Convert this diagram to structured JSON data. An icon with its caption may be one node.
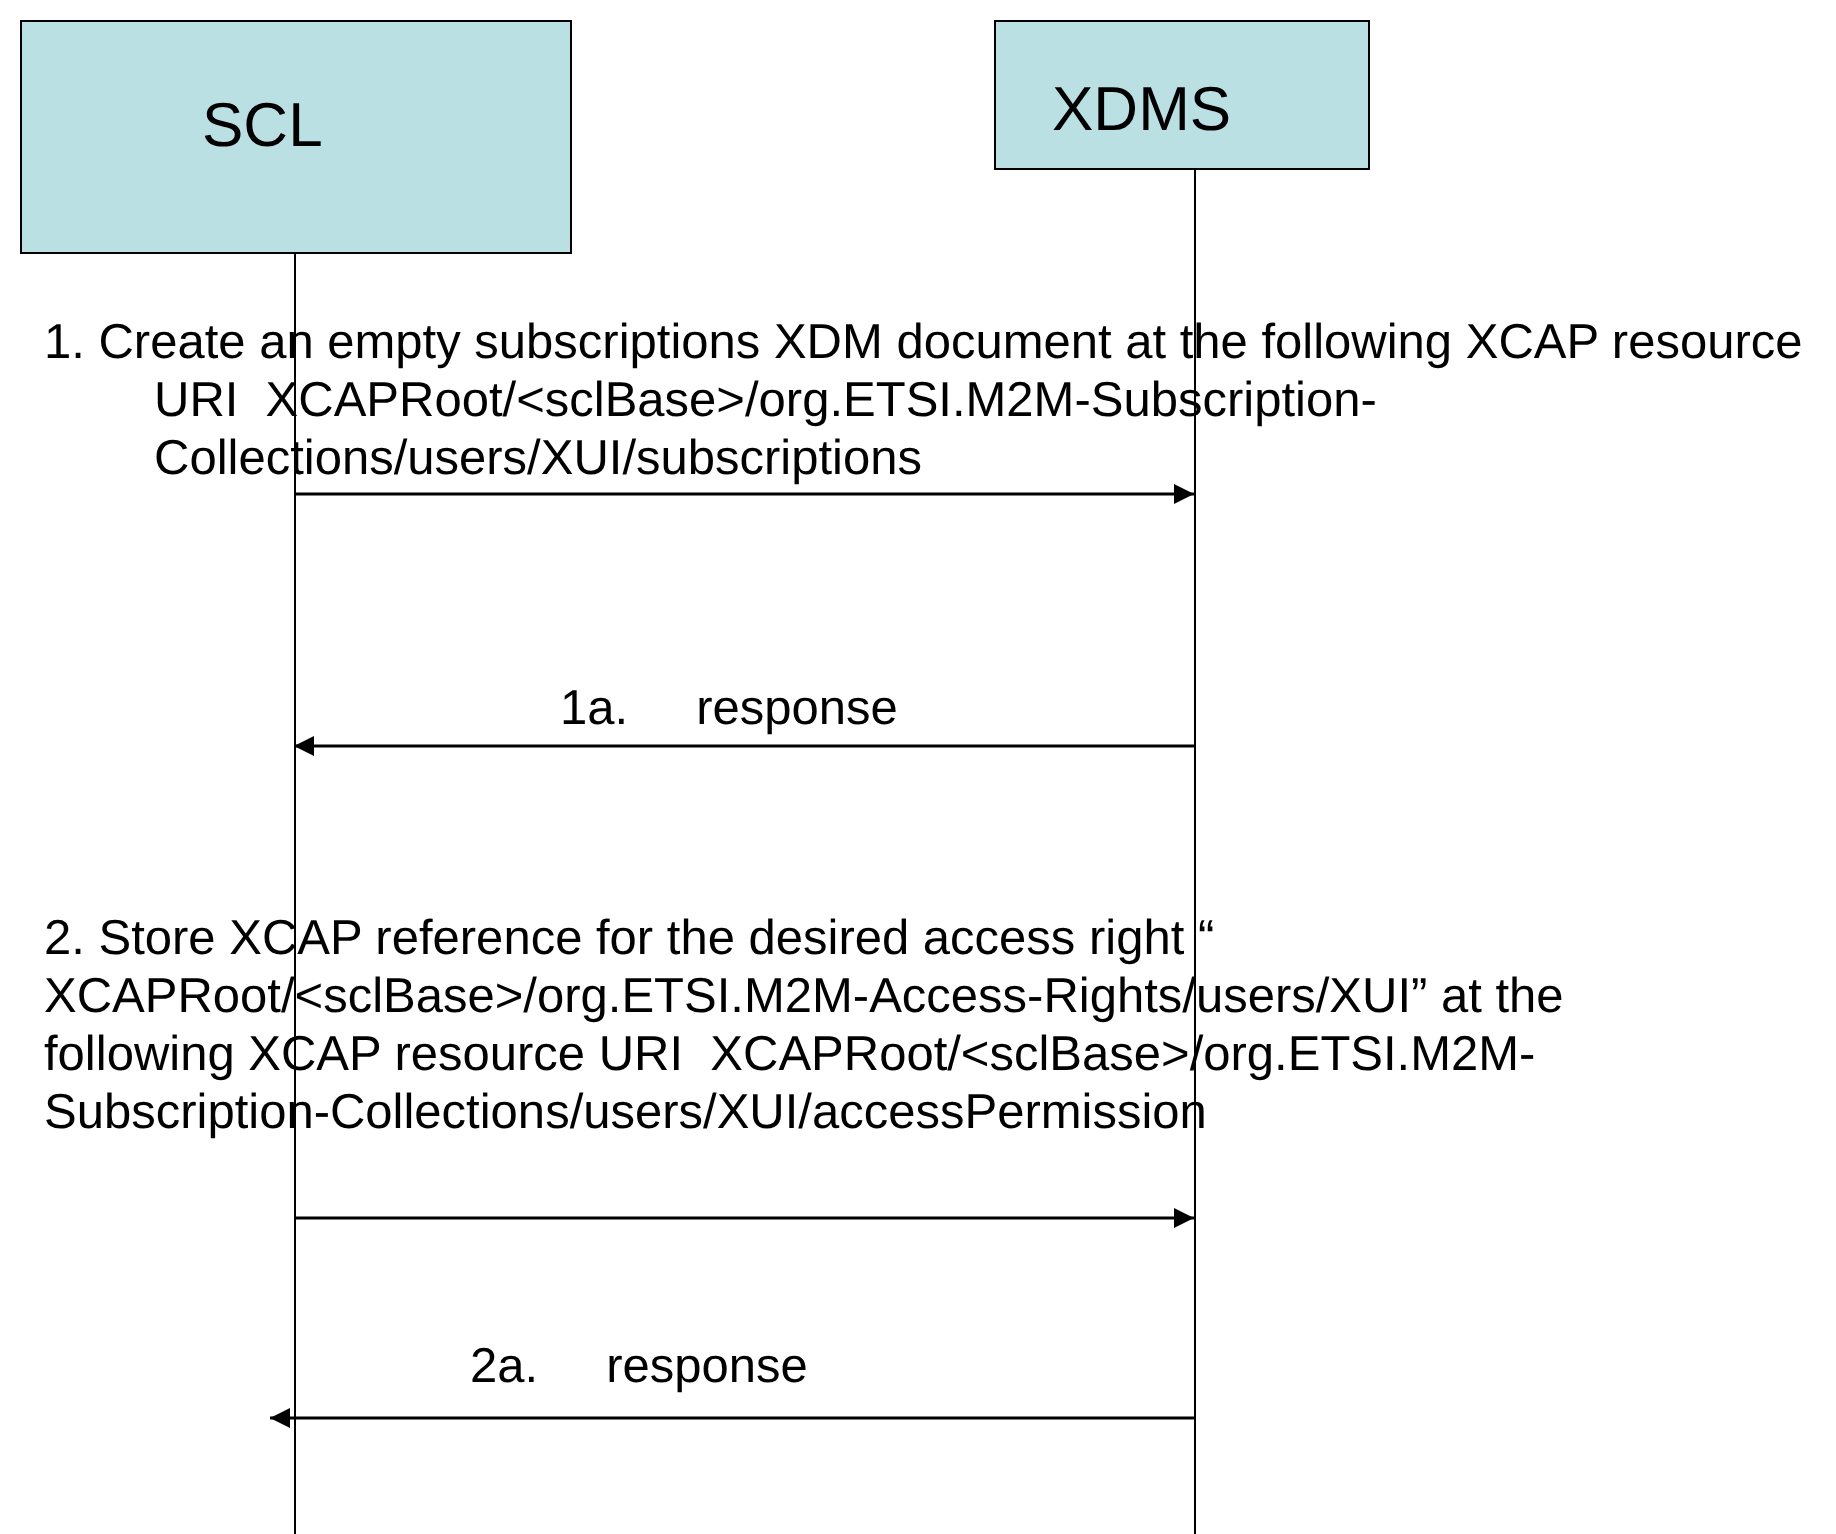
{
  "diagram": {
    "nodes": [
      {
        "text": [
          "SCL"
        ]
      },
      {
        "text": [
          "XDMS"
        ]
      }
    ],
    "edges": [
      {
        "from": 0,
        "to": 1,
        "arrow": "to",
        "label": "1. Create an empty subscriptions XDM document at the following XCAP resource URI  XCAPRoot/<sclBase>/org.ETSI.M2M-Subscription-Collections/users/XUI/subscriptions"
      },
      {
        "from": 1,
        "to": 0,
        "arrow": "to",
        "label": "1a.     response"
      },
      {
        "from": 0,
        "to": 1,
        "arrow": "to",
        "label": "2. Store XCAP reference for the desired access right “ XCAPRoot/<sclBase>/org.ETSI.M2M-Access-Rights/users/XUI” at the following XCAP resource URI  XCAPRoot/<sclBase>/org.ETSI.M2M-Subscription-Collections/users/XUI/accessPermission"
      },
      {
        "from": 1,
        "to": 0,
        "arrow": "to",
        "label": "2a.     response"
      }
    ]
  }
}
